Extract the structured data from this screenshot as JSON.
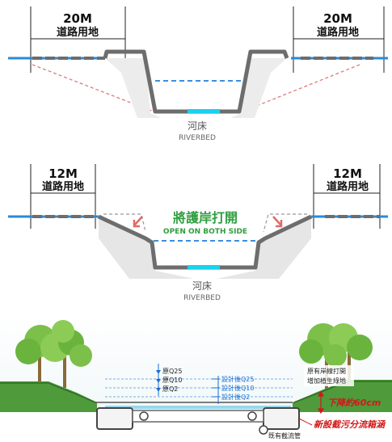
{
  "panel_top": {
    "left_width": "20M",
    "left_land": "道路用地",
    "right_width": "20M",
    "right_land": "道路用地",
    "river_cn": "河床",
    "river_en": "RIVERBED"
  },
  "panel_mid": {
    "left_width": "12M",
    "left_land": "道路用地",
    "right_width": "12M",
    "right_land": "道路用地",
    "center_cn": "將護岸打開",
    "center_en": "OPEN ON BOTH SIDE",
    "river_cn": "河床",
    "river_en": "RIVERBED"
  },
  "panel_bot": {
    "orig_levels": [
      "原Q25",
      "原Q10",
      "原Q2"
    ],
    "design_levels": [
      "設計後Q25",
      "設計後Q10",
      "設計後Q2"
    ],
    "right_note_line1": "原有岸線打開",
    "right_note_line2": "增加植生綠地",
    "drop_note": "下降約60cm",
    "sewer_note": "新設截污分流箱涵",
    "existing_note": "既有截流管"
  },
  "colors": {
    "road_blue": "#2a8ad8",
    "bank_gray": "#6d6d6d",
    "riverbed_cyan": "#19d2ee",
    "dashed_red": "#e07a7a",
    "water_blue": "#3a8fe0",
    "label_green": "#2f9e3f",
    "accent_red": "#d11818",
    "tree_green": "#6ab43e"
  },
  "icons": [
    "tree-icon",
    "water-level-marker-icon",
    "pipe-icon",
    "arrow-icon"
  ]
}
